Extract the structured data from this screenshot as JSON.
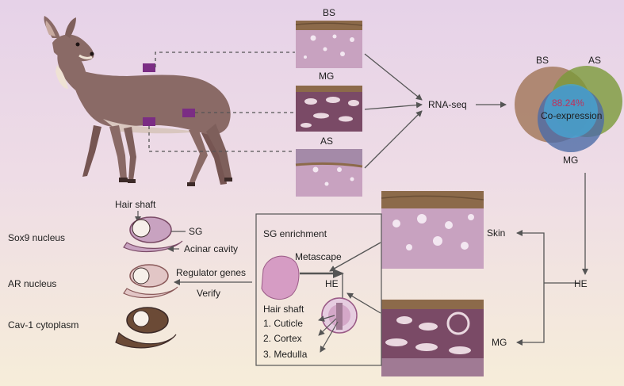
{
  "figure": {
    "samples": {
      "bs": "BS",
      "mg": "MG",
      "as": "AS"
    },
    "rnaseq_label": "RNA-seq",
    "venn": {
      "bs": "BS",
      "as": "AS",
      "mg": "MG",
      "percent": "88.24%",
      "center_label": "Co-expression"
    },
    "he_right": "HE",
    "skin_label": "Skin",
    "mg_bottom_label": "MG",
    "gland_panel": {
      "hair_shaft": "Hair shaft",
      "sg": "SG",
      "acinar_cavity": "Acinar cavity",
      "sox9": "Sox9 nucleus",
      "ar": "AR nucleus",
      "cav1": "Cav-1 cytoplasm",
      "regulator_genes": "Regulator genes",
      "verify": "Verify"
    },
    "center_panel": {
      "sg_enrichment": "SG enrichment",
      "metascape": "Metascape",
      "he": "HE",
      "hair_shaft": "Hair shaft",
      "cuticle": "1. Cuticle",
      "cortex": "2. Cortex",
      "medulla": "3. Medulla"
    },
    "colors": {
      "bs_circle": "#a57a5e",
      "as_circle": "#7a9a3a",
      "mg_circle": "#4c6ca6",
      "cyan_overlap": "#46a6d4",
      "purple_marker": "#7b2d84",
      "deer": "#8a6a66",
      "tissue_pink": "#c8a2c0",
      "tissue_dark": "#7a4a66",
      "skin_layer": "#8c6a4a"
    }
  }
}
